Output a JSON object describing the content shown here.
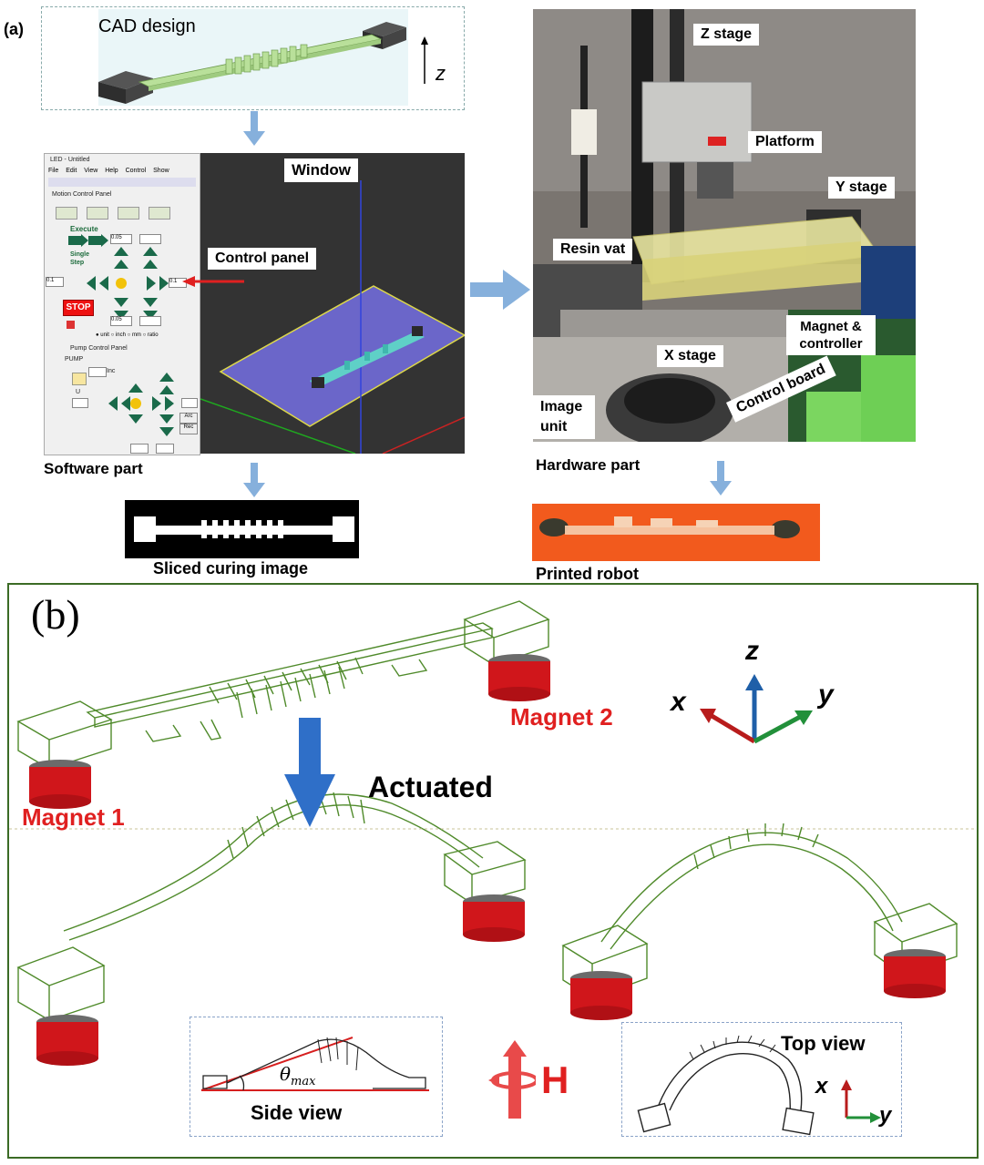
{
  "panel_a": {
    "label": "(a)",
    "cad": {
      "title": "CAD design",
      "axis": "z"
    },
    "software": {
      "window_label": "Window",
      "control_panel_label": "Control panel",
      "caption": "Software part",
      "app_title": "LED - Untitled",
      "menu": [
        "File",
        "Edit",
        "View",
        "Help",
        "Control",
        "Show"
      ],
      "motion_panel": "Motion Control Panel",
      "execute": "Execute",
      "single_step": "Single Step",
      "stop": "STOP",
      "y_val": "0.05",
      "x_val": "0.1",
      "right_val": "0.1",
      "z_val": "0.05",
      "units": [
        "unit",
        "inch",
        "mm",
        "ratio"
      ],
      "pump": "PUMP",
      "pump_panel": "Pump Control Panel",
      "inc": "Inc",
      "u_label": "U",
      "arc": "Arc",
      "rec": "Rec"
    },
    "hardware": {
      "caption": "Hardware part",
      "labels": {
        "z_stage": "Z stage",
        "platform": "Platform",
        "y_stage": "Y stage",
        "resin_vat": "Resin vat",
        "magnet_controller": "Magnet & controller",
        "x_stage": "X stage",
        "image_unit": "Image unit",
        "control_board": "Control board"
      }
    },
    "sliced_caption": "Sliced curing image",
    "printed_caption": "Printed robot"
  },
  "panel_b": {
    "label": "(b)",
    "magnet1": "Magnet 1",
    "magnet2": "Magnet 2",
    "actuated": "Actuated",
    "axes": {
      "x": "x",
      "y": "y",
      "z": "z"
    },
    "side_view": "Side view",
    "theta": "θ",
    "theta_sub": "max",
    "top_view": "Top view",
    "field": "H",
    "top_axes": {
      "x": "x",
      "y": "y"
    }
  },
  "colors": {
    "arrow_blue": "#86b0dc",
    "robot_green": "#4f8a2a",
    "magnet_red": "#d0161b",
    "label_red": "#e02020",
    "border_green": "#3b6b25"
  }
}
